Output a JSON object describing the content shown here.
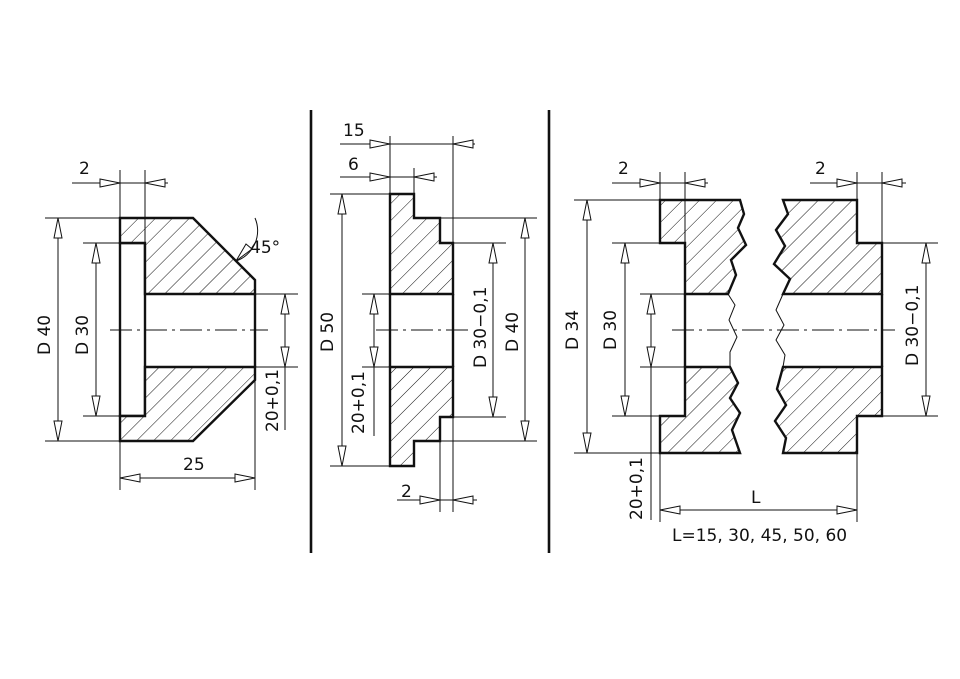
{
  "dimensions": {
    "part1": {
      "chamfer_width": "2",
      "angle": "45°",
      "outer_diameter": "D 40",
      "inner_diameter": "D 30",
      "bore": "20+0,1",
      "length": "25"
    },
    "part2": {
      "overall_width": "15",
      "flange_width": "6",
      "outer_diameter": "D 50",
      "bore": "20+0,1",
      "hub_diameter_tol": "D 30−0,1",
      "hub_diameter": "D 40",
      "shoulder": "2"
    },
    "part3": {
      "left_shoulder": "2",
      "right_shoulder": "2",
      "outer_diameter": "D 34",
      "inner_diameter": "D 30",
      "hub_diameter_tol": "D 30−0,1",
      "bore": "20+0,1",
      "length_symbol": "L",
      "length_values": "L=15, 30, 45, 50, 60"
    }
  }
}
